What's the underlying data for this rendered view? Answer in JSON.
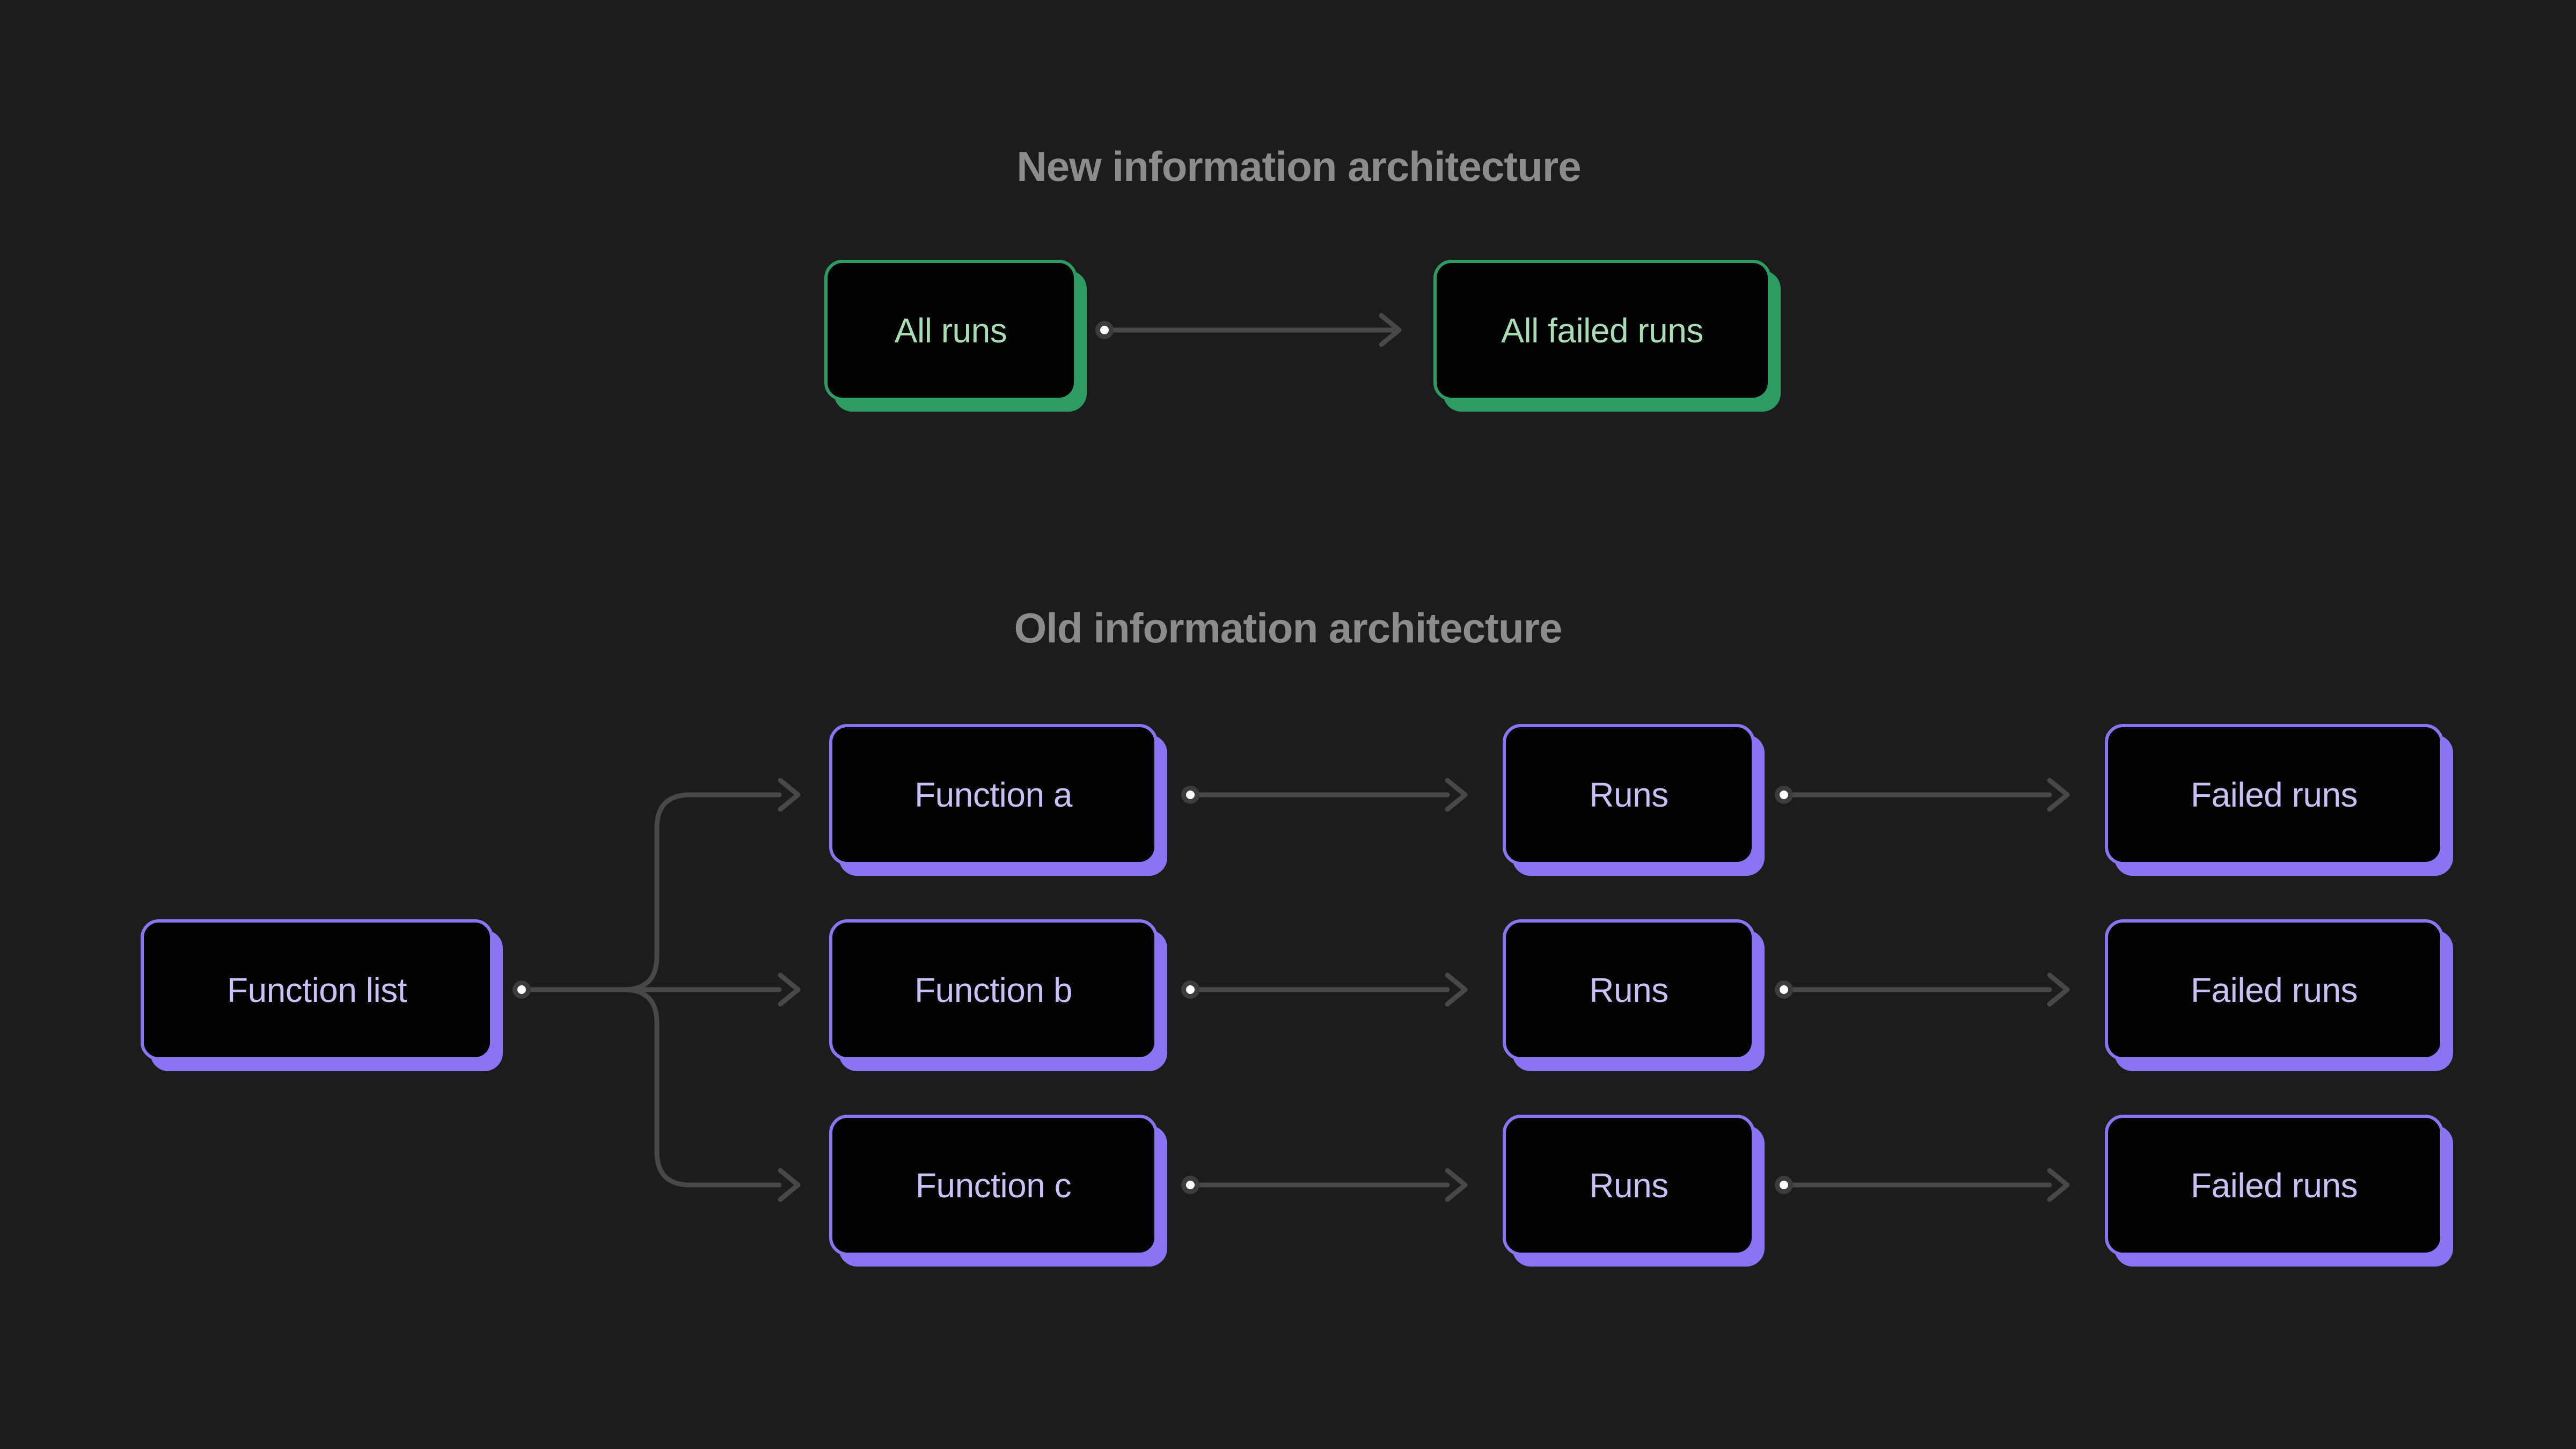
{
  "page": {
    "kind": "information-architecture-diagram"
  },
  "colors": {
    "bg": "#1C1C1C",
    "box-fill": "#030303",
    "green": "#2E9C62",
    "green-text": "#A9DCB5",
    "purple": "#8B74F2",
    "purple-text": "#CBC0F6",
    "title": "#8C8C8C",
    "line": "#484848",
    "dot-ring": "#3C3C3C",
    "dot-fill": "#FFFFFF"
  },
  "sections": [
    {
      "id": "new",
      "title": "New information architecture",
      "theme": "green",
      "nodes": [
        {
          "id": "all-runs",
          "label": "All runs"
        },
        {
          "id": "all-failed-runs",
          "label": "All failed runs"
        }
      ],
      "edges": [
        {
          "from": "all-runs",
          "to": "all-failed-runs"
        }
      ]
    },
    {
      "id": "old",
      "title": "Old information architecture",
      "theme": "purple",
      "nodes": [
        {
          "id": "function-list",
          "label": "Function list"
        },
        {
          "id": "function-a",
          "label": "Function a"
        },
        {
          "id": "function-b",
          "label": "Function b"
        },
        {
          "id": "function-c",
          "label": "Function c"
        },
        {
          "id": "runs-a",
          "label": "Runs"
        },
        {
          "id": "runs-b",
          "label": "Runs"
        },
        {
          "id": "runs-c",
          "label": "Runs"
        },
        {
          "id": "failed-runs-a",
          "label": "Failed runs"
        },
        {
          "id": "failed-runs-b",
          "label": "Failed runs"
        },
        {
          "id": "failed-runs-c",
          "label": "Failed runs"
        }
      ],
      "edges": [
        {
          "from": "function-list",
          "to": "function-a"
        },
        {
          "from": "function-list",
          "to": "function-b"
        },
        {
          "from": "function-list",
          "to": "function-c"
        },
        {
          "from": "function-a",
          "to": "runs-a"
        },
        {
          "from": "function-b",
          "to": "runs-b"
        },
        {
          "from": "function-c",
          "to": "runs-c"
        },
        {
          "from": "runs-a",
          "to": "failed-runs-a"
        },
        {
          "from": "runs-b",
          "to": "failed-runs-b"
        },
        {
          "from": "runs-c",
          "to": "failed-runs-c"
        }
      ]
    }
  ]
}
